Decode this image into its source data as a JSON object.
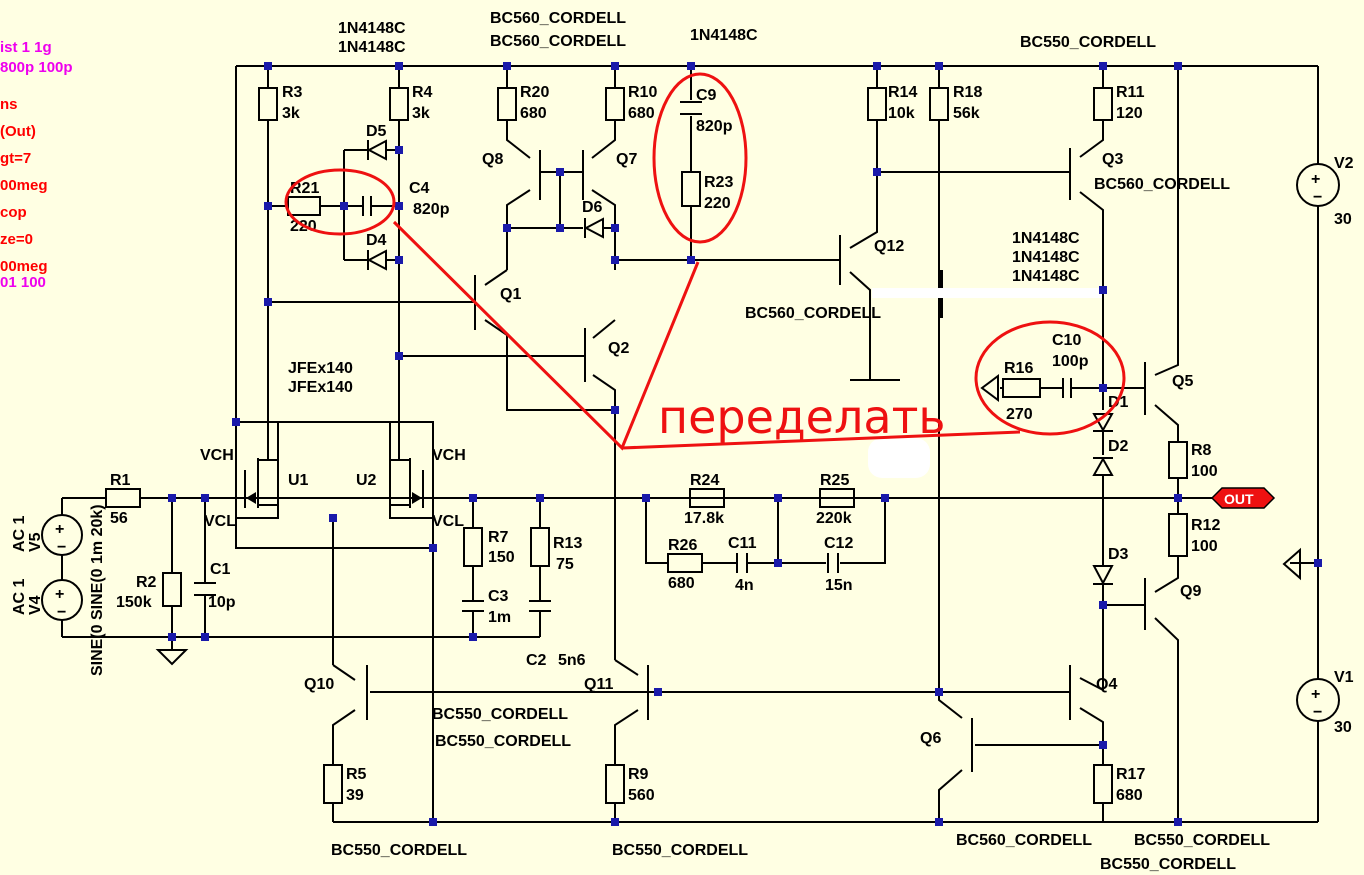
{
  "directives": {
    "line1": "ist 1 1g",
    "line2": "800p 100p",
    "line3": "ns",
    "line4": "(Out)",
    "line5": "gt=7",
    "line6": "00meg",
    "line7": "cop",
    "line8": "ze=0",
    "line9": "00meg",
    "line10": "01 100"
  },
  "models": {
    "d_top1": "1N4148C",
    "d_top2": "1N4148C",
    "q78_a": "BC560_CORDELL",
    "q78_b": "BC560_CORDELL",
    "d6": "1N4148C",
    "q3_top": "BC550_CORDELL",
    "q3": "BC560_CORDELL",
    "q12": "BC560_CORDELL",
    "d123_a": "1N4148C",
    "d123_b": "1N4148C",
    "d123_c": "1N4148C",
    "jfet_a": "JFEx140",
    "jfet_b": "JFEx140",
    "q10_a": "BC550_CORDELL",
    "q10_b": "BC550_CORDELL",
    "q10_bottom": "BC550_CORDELL",
    "q11_bottom": "BC550_CORDELL",
    "q6_bottom": "BC560_CORDELL",
    "q4_bottom": "BC550_CORDELL",
    "q9_bottom": "BC550_CORDELL"
  },
  "components": {
    "R3": "R3",
    "R3v": "3k",
    "R4": "R4",
    "R4v": "3k",
    "R20": "R20",
    "R20v": "680",
    "R10": "R10",
    "R10v": "680",
    "C9": "C9",
    "C9v": "820p",
    "R23": "R23",
    "R23v": "220",
    "R14": "R14",
    "R14v": "10k",
    "R18": "R18",
    "R18v": "56k",
    "R11": "R11",
    "R11v": "120",
    "R21": "R21",
    "R21v": "220",
    "C4": "C4",
    "C4v": "820p",
    "D5": "D5",
    "D4": "D4",
    "D6": "D6",
    "Q8": "Q8",
    "Q7": "Q7",
    "Q1": "Q1",
    "Q2": "Q2",
    "Q12": "Q12",
    "Q3": "Q3",
    "R16": "R16",
    "R16v": "270",
    "C10": "C10",
    "C10v": "100p",
    "Q5": "Q5",
    "D1": "D1",
    "D2": "D2",
    "D3": "D3",
    "R8": "R8",
    "R8v": "100",
    "R12": "R12",
    "R12v": "100",
    "Q9": "Q9",
    "V2": "V2",
    "V2v": "30",
    "V1": "V1",
    "V1v": "30",
    "U1": "U1",
    "U2": "U2",
    "VCH1": "VCH",
    "VCL1": "VCL",
    "VCH2": "VCH",
    "VCL2": "VCL",
    "R1": "R1",
    "R1v": "56",
    "R2": "R2",
    "R2v": "150k",
    "C1": "C1",
    "C1v": "10p",
    "R7": "R7",
    "R7v": "150",
    "R13": "R13",
    "R13v": "75",
    "C3": "C3",
    "C3v": "1m",
    "C2": "C2",
    "C2v": "5n6",
    "R24": "R24",
    "R24v": "17.8k",
    "R25": "R25",
    "R25v": "220k",
    "R26": "R26",
    "R26v": "680",
    "C11": "C11",
    "C11v": "4n",
    "C12": "C12",
    "C12v": "15n",
    "Q10": "Q10",
    "Q11": "Q11",
    "Q6": "Q6",
    "Q4": "Q4",
    "R5": "R5",
    "R5v": "39",
    "R9": "R9",
    "R9v": "560",
    "R17": "R17",
    "R17v": "680",
    "V5": "V5",
    "V5ac": "AC 1",
    "V4": "V4",
    "V4ac": "AC 1",
    "sine": "SINE(0 SINE(0 1m 20k)",
    "out": "OUT"
  },
  "annotation": {
    "text": "переделать"
  },
  "colors": {
    "wire": "#000000",
    "junction": "#1a1aaa",
    "background": "#ffffe3",
    "directive_red": "#ff0000",
    "directive_magenta": "#ee00ee",
    "markup_red": "#ee1111"
  }
}
